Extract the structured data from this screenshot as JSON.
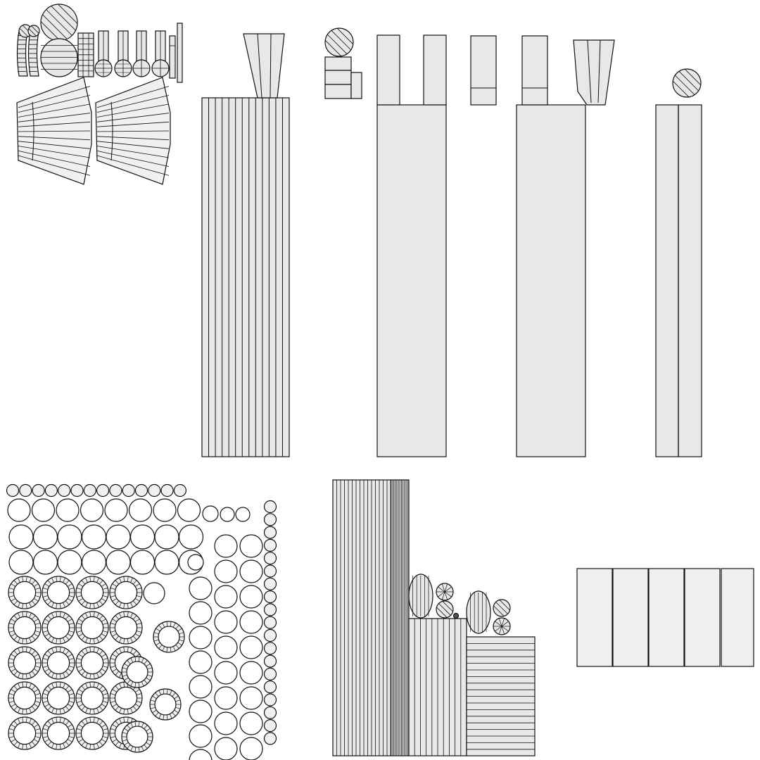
{
  "canvas": {
    "background": "#ffffff",
    "island_fill": "#e8e8e8",
    "island_fill_light": "#f0f0f0",
    "edge_color": "#111111"
  },
  "islands": {
    "column_strip_count": 13,
    "upper_mid_strip_count": 3,
    "lower_mid_strip_count": 6,
    "right_column_split_count": 2,
    "panel_count": 5,
    "circle_grid_rows": 9,
    "fan_segment_count": 12,
    "tall_block_strip_count": 28,
    "mid_block_strip_count": 10,
    "horizontal_block_strip_count": 18
  }
}
